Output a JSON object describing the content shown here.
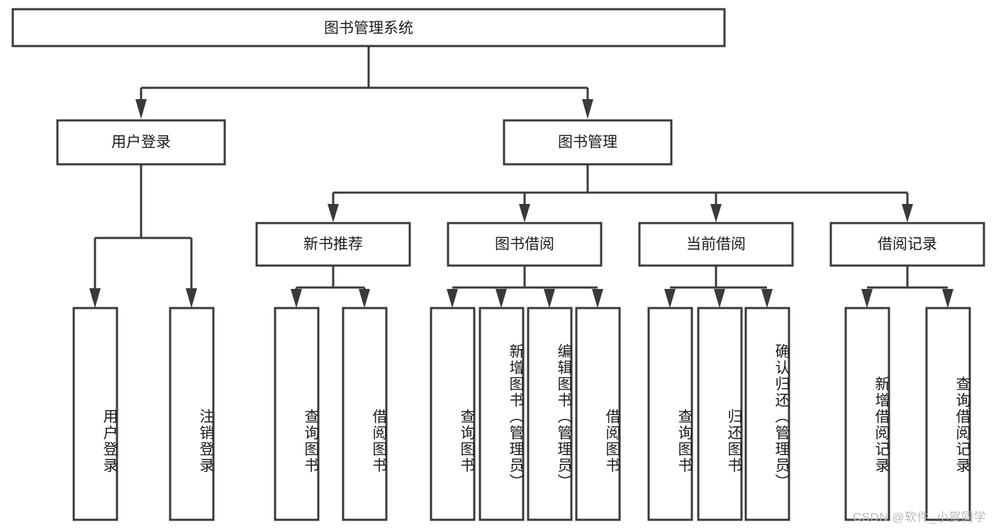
{
  "diagram": {
    "title_node": {
      "label": "图书管理系统"
    },
    "level2": [
      {
        "id": "user-login",
        "label": "用户登录"
      },
      {
        "id": "book-management",
        "label": "图书管理"
      }
    ],
    "level3": [
      {
        "id": "new-book-recommend",
        "label": "新书推荐"
      },
      {
        "id": "book-borrow",
        "label": "图书借阅"
      },
      {
        "id": "current-borrow",
        "label": "当前借阅"
      },
      {
        "id": "borrow-record",
        "label": "借阅记录"
      }
    ],
    "leaves": {
      "user_login": [
        {
          "id": "leaf-user-login",
          "label": "用户登录"
        },
        {
          "id": "leaf-logout-login",
          "label": "注销登录"
        }
      ],
      "new_book_recommend": [
        {
          "id": "leaf-query-book-1",
          "label": "查询图书"
        },
        {
          "id": "leaf-borrow-book-1",
          "label": "借阅图书"
        }
      ],
      "book_borrow": [
        {
          "id": "leaf-query-book-2",
          "label": "查询图书"
        },
        {
          "id": "leaf-add-book-admin",
          "label": "新增图书（管理员）"
        },
        {
          "id": "leaf-edit-book-admin",
          "label": "编辑图书（管理员）"
        },
        {
          "id": "leaf-borrow-book-2",
          "label": "借阅图书"
        }
      ],
      "current_borrow": [
        {
          "id": "leaf-query-book-3",
          "label": "查询图书"
        },
        {
          "id": "leaf-return-book",
          "label": "归还图书"
        },
        {
          "id": "leaf-confirm-return-admin",
          "label": "确认归还（管理员）"
        }
      ],
      "borrow_record": [
        {
          "id": "leaf-add-borrow-record",
          "label": "新增借阅记录"
        },
        {
          "id": "leaf-query-borrow-record",
          "label": "查询借阅记录"
        }
      ]
    },
    "watermark": "CSDN @软件_小贺同学",
    "colors": {
      "stroke": "#3a3a3a",
      "box_fill": "#ffffff",
      "text": "#1b1b1b",
      "watermark": "#b9b9b9",
      "background": "#ffffff"
    }
  }
}
